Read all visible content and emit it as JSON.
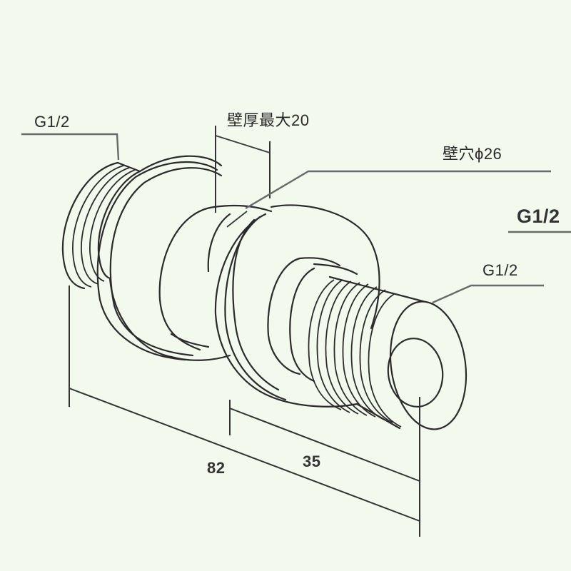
{
  "drawing": {
    "background_color": "#f3f9ec",
    "line_color": "#2b2b2b",
    "subject": "wall-through pipe fitting (isometric view)"
  },
  "labels": {
    "thread_left": "G1/2",
    "wall_thickness": "壁厚最大20",
    "wall_hole": "壁穴ϕ26",
    "thread_right_large": "G1/2",
    "thread_right": "G1/2"
  },
  "dimensions": {
    "overall_length": "82",
    "outlet_length": "35"
  }
}
